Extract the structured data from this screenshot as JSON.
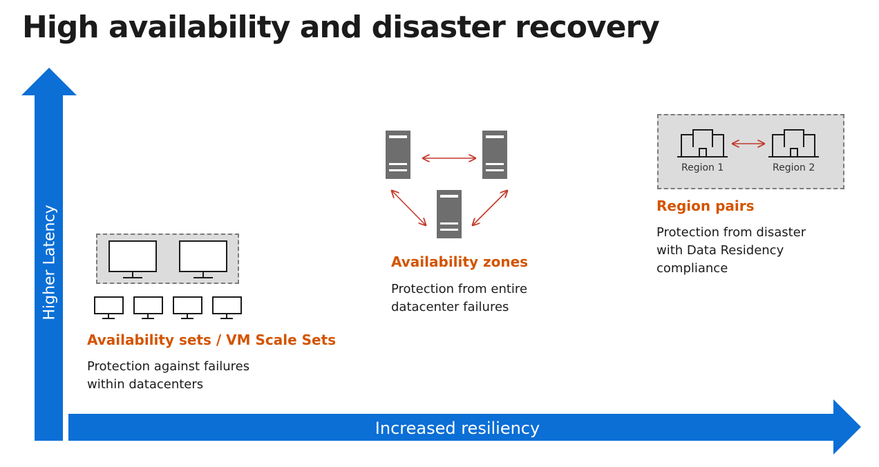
{
  "title": "High availability and disaster recovery",
  "axes": {
    "y_label": "Higher Latency",
    "x_label": "Increased resiliency"
  },
  "colors": {
    "axis_blue": "#0b6fd6",
    "heading_orange": "#d35400",
    "connector_red": "#c0392b",
    "server_gray": "#6e6e6e",
    "box_gray": "#dcdcdc"
  },
  "sections": {
    "availability_sets": {
      "heading": "Availability sets / VM Scale Sets",
      "desc_lines": [
        "Protection against failures",
        "within datacenters"
      ]
    },
    "availability_zones": {
      "heading": "Availability zones",
      "desc_lines": [
        "Protection from entire",
        "datacenter failures"
      ]
    },
    "region_pairs": {
      "heading": "Region pairs",
      "desc_lines": [
        "Protection from disaster",
        "with Data Residency",
        "compliance"
      ],
      "region_1": "Region 1",
      "region_2": "Region 2"
    }
  }
}
